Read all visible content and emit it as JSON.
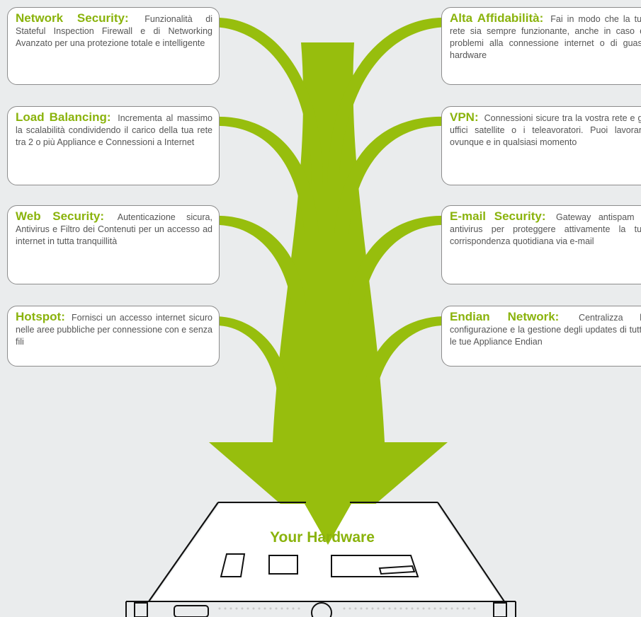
{
  "colors": {
    "accent_green": "#97be0d",
    "title_green": "#8ab30c",
    "background": "#eaeced",
    "box_border": "#8c8c8c",
    "hardware_stroke": "#111111"
  },
  "features_left": [
    {
      "title": "Network Security:",
      "text": "Funzionalità di Stateful Inspection Firewall e di Networking Avanzato per una protezione totale e intelligente"
    },
    {
      "title": "Load Balancing:",
      "text": "Incrementa al massimo la scalabilità condividendo il carico della tua rete tra 2 o più Appliance e Connessioni a Internet"
    },
    {
      "title": "Web Security:",
      "text": "Autenticazione sicura, Antivirus e Filtro dei Contenuti per un accesso ad internet in tutta tranquillità"
    },
    {
      "title": "Hotspot:",
      "text": "Fornisci un accesso internet sicuro nelle aree pubbliche per connessione con e senza fili"
    }
  ],
  "features_right": [
    {
      "title": "Alta Affidabilità:",
      "text": "Fai in modo che la tua rete sia sempre funzionante, anche in caso di problemi alla connessione internet o di guasti hardware"
    },
    {
      "title": "VPN:",
      "text": "Connessioni sicure tra la vostra rete e gli uffici satellite o i teleavoratori. Puoi lavorare ovunque e in qualsiasi momento"
    },
    {
      "title": "E-mail Security:",
      "text": "Gateway antispam e antivirus per proteggere attivamente la tua corrispondenza quotidiana via e-mail"
    },
    {
      "title": "Endian Network:",
      "text": "Centralizza la configurazione e la gestione degli updates di tutte le tue Appliance Endian"
    }
  ],
  "hardware": {
    "label": "Your Hardware"
  }
}
